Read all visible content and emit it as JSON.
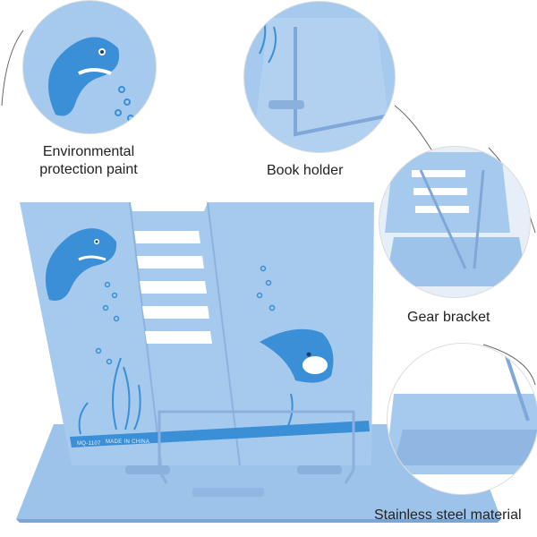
{
  "callouts": {
    "paint": {
      "line1": "Environmental",
      "line2": "protection paint"
    },
    "holder": "Book holder",
    "gear": "Gear bracket",
    "steel": "Stainless steel material"
  },
  "stamp": {
    "model": "MQ-1107",
    "origin": "MADE IN CHINA"
  },
  "colors": {
    "stand_blue": "#9ec3ea",
    "stand_shadow": "#7aa6d6",
    "print_blue": "#3a8fd6",
    "leader_line": "#666666",
    "zoom_ring": "#dcdcdc"
  }
}
